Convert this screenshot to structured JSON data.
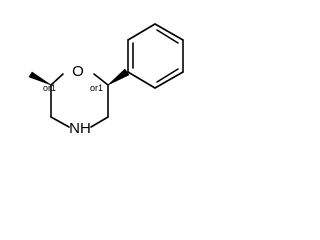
{
  "molecule": {
    "atoms": {
      "oxygen": "O",
      "nitrogen": "NH"
    },
    "stereo_labels": {
      "c2": "or1",
      "c6": "or1"
    }
  }
}
